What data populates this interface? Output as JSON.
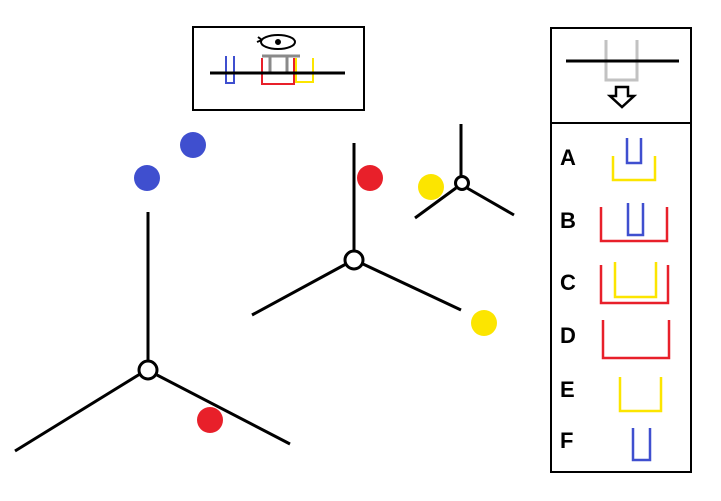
{
  "colors": {
    "blue": "#3f4fcf",
    "red": "#e8202a",
    "yellow": "#fce500",
    "gray": "#8a8a8a",
    "lightgray": "#c2c2c2",
    "black": "#000000"
  },
  "answer_panel": {
    "options": [
      {
        "label": "A",
        "cups": [
          "yellow",
          "blue"
        ]
      },
      {
        "label": "B",
        "cups": [
          "red",
          "blue"
        ]
      },
      {
        "label": "C",
        "cups": [
          "red",
          "yellow"
        ]
      },
      {
        "label": "D",
        "cups": [
          "red"
        ]
      },
      {
        "label": "E",
        "cups": [
          "yellow"
        ]
      },
      {
        "label": "F",
        "cups": [
          "blue"
        ]
      }
    ]
  },
  "icons": {
    "rotation": "rotate-eye-icon",
    "arrow": "down-arrow-icon"
  }
}
